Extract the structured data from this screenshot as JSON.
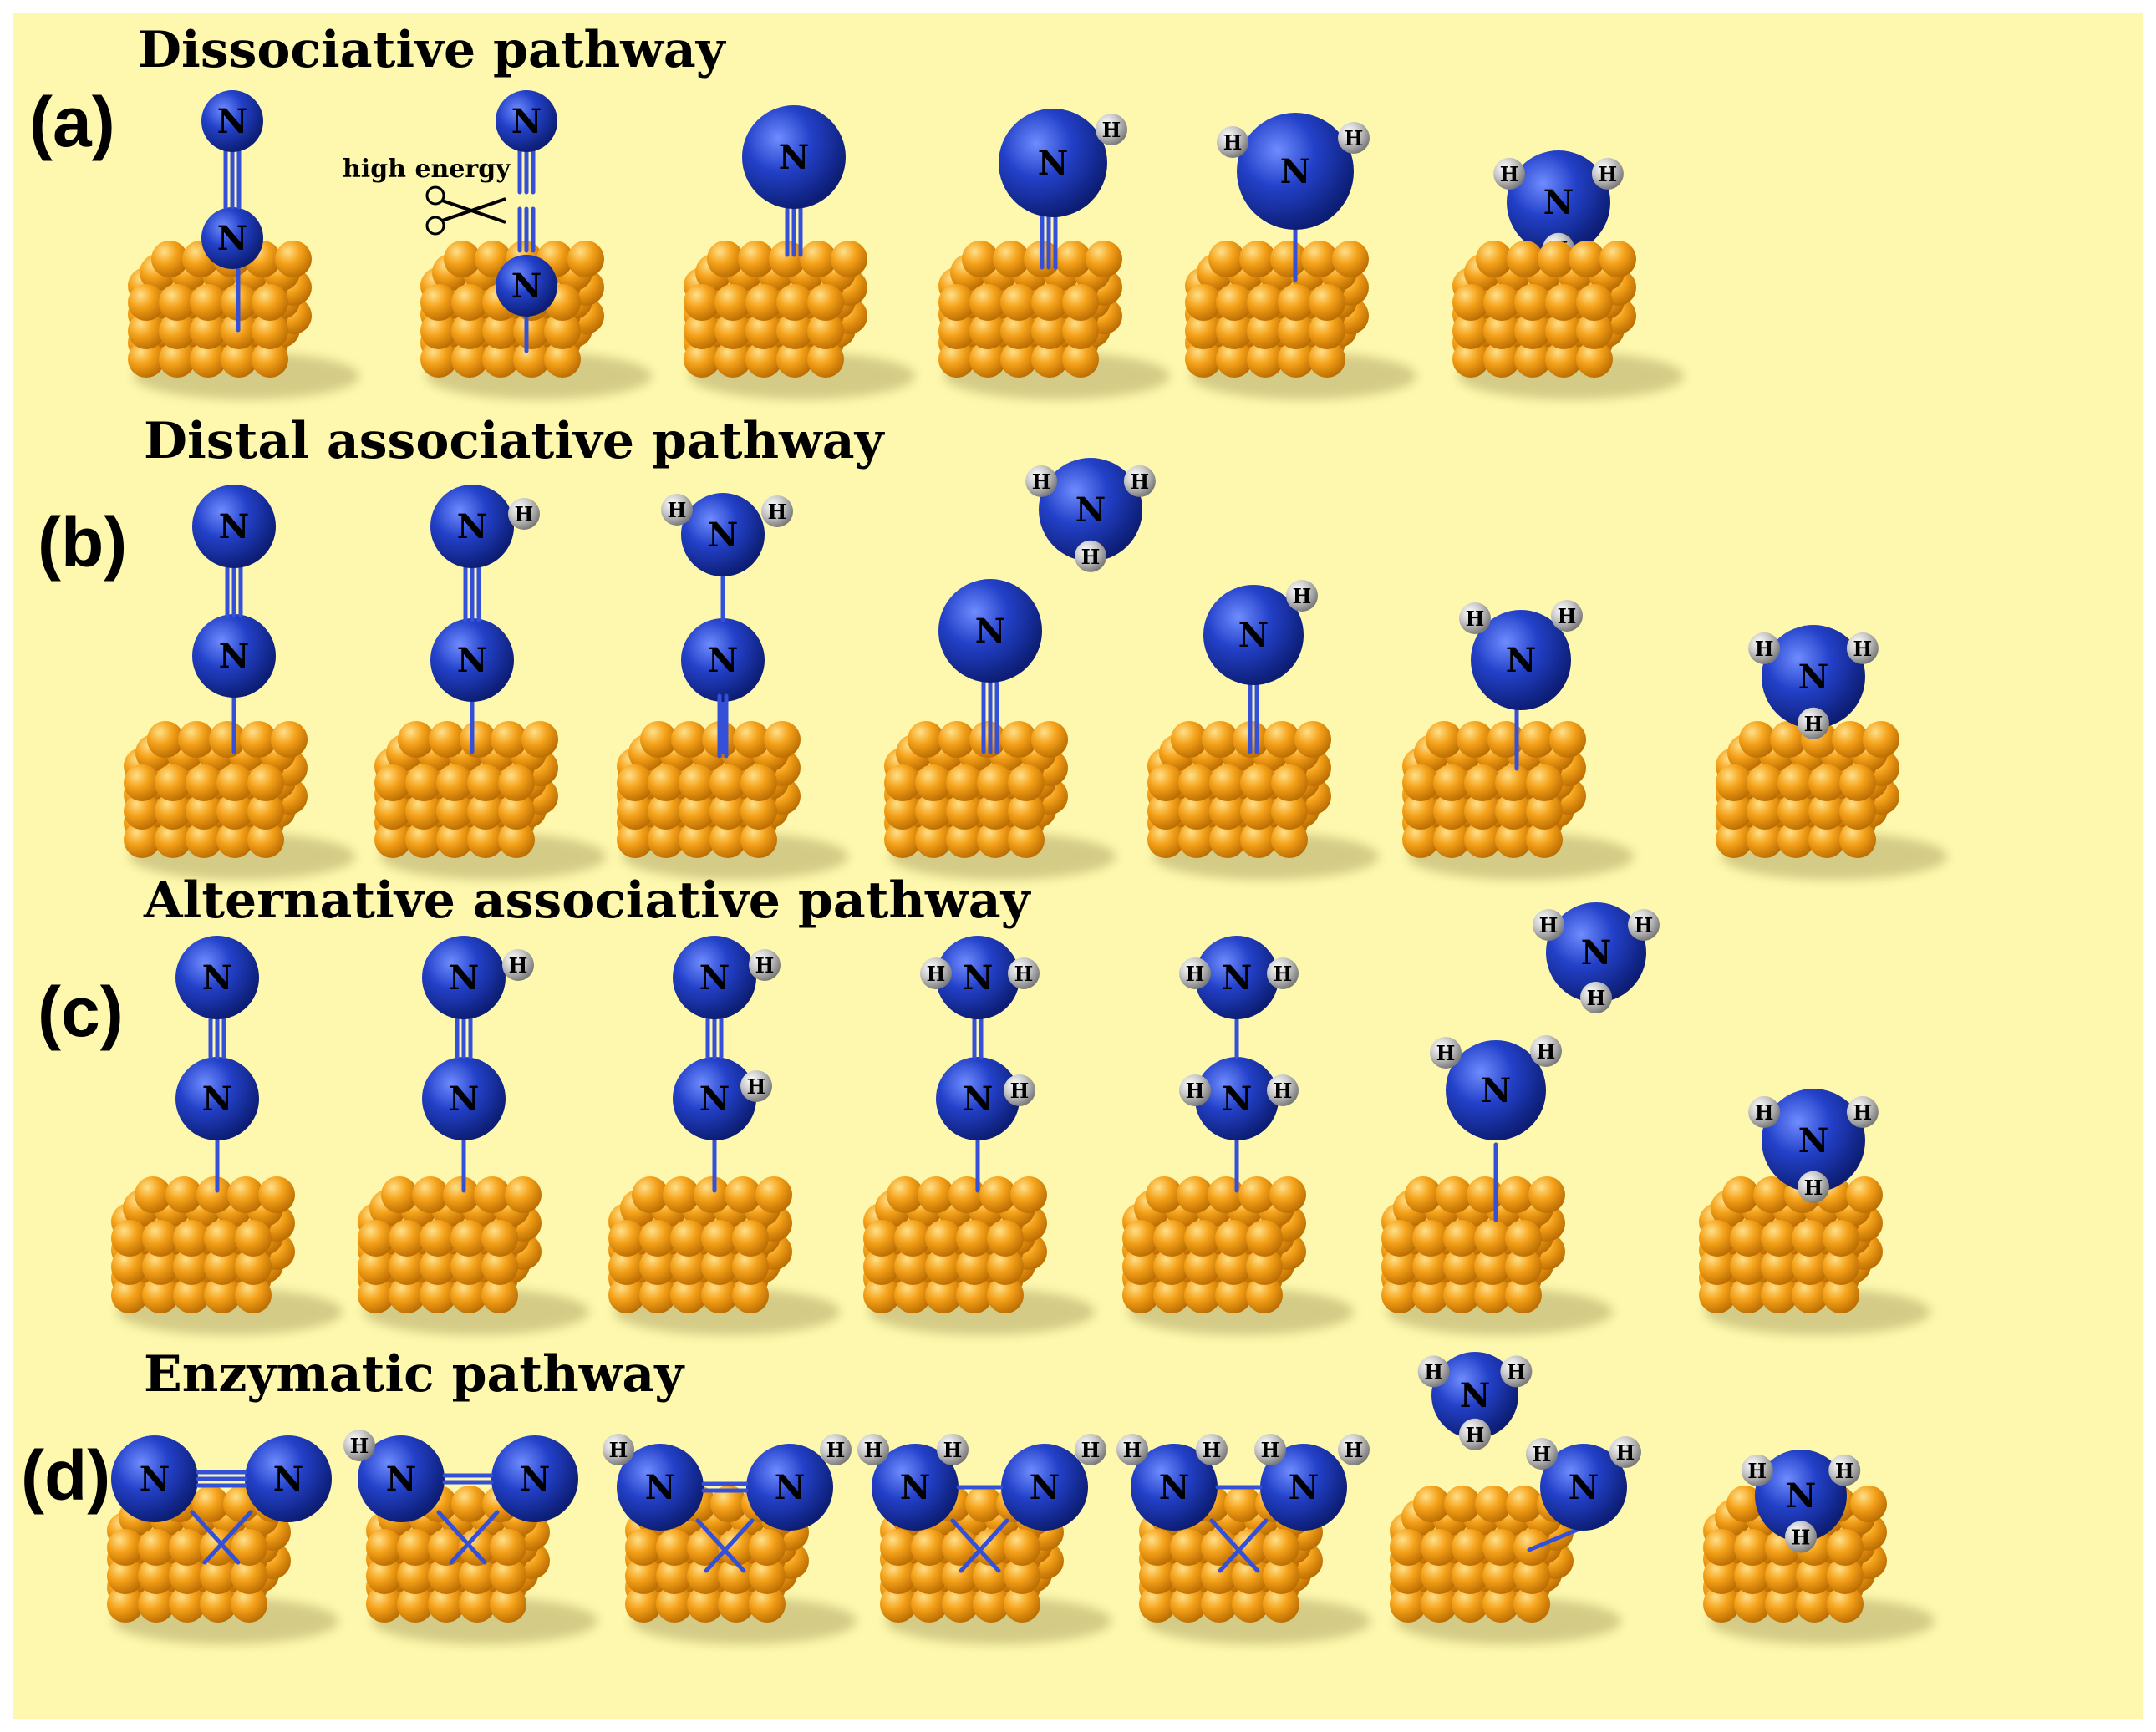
{
  "colors": {
    "background": "#fdf8ad",
    "nitrogen": "#2341c9",
    "hydrogen": "#c8c8c8",
    "surface": "#f5a21a",
    "bond": "#3550d8"
  },
  "atoms": {
    "nitrogen_label": "N",
    "hydrogen_label": "H"
  },
  "rows": [
    {
      "label": "(a)",
      "title": "Dissociative pathway"
    },
    {
      "label": "(b)",
      "title": "Distal associative pathway"
    },
    {
      "label": "(c)",
      "title": "Alternative associative pathway"
    },
    {
      "label": "(d)",
      "title": "Enzymatic pathway"
    }
  ],
  "annotation": {
    "text": "high energy",
    "icon": "scissors-icon"
  }
}
